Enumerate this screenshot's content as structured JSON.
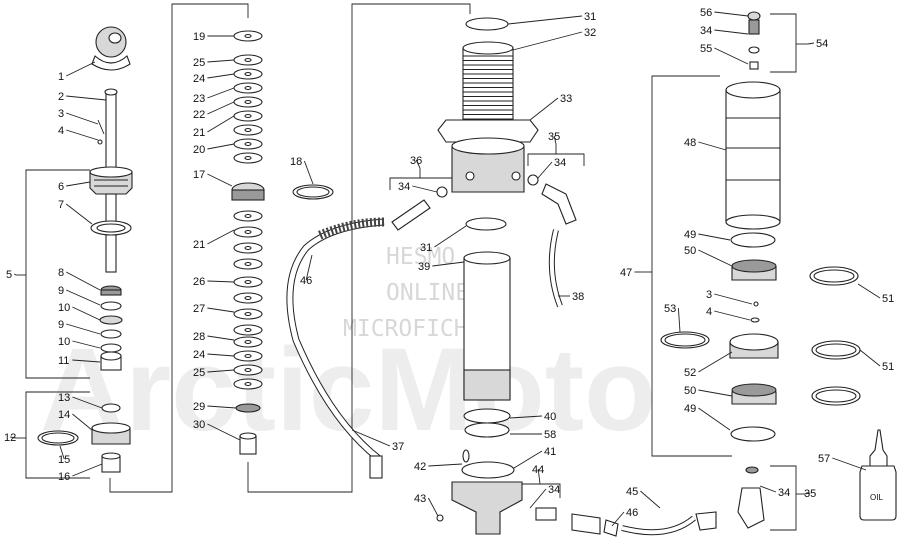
{
  "watermark": {
    "line1": "HESMO",
    "line2": "ONLINE",
    "line3": "MICROFICHE",
    "brand": "ArcticMoto"
  },
  "container_label": "OIL",
  "callouts": {
    "c1": "1",
    "c2": "2",
    "c3": "3",
    "c4": "4",
    "c5": "5",
    "c6": "6",
    "c7": "7",
    "c8": "8",
    "c9a": "9",
    "c10a": "10",
    "c9b": "9",
    "c10b": "10",
    "c11": "11",
    "c12": "12",
    "c13": "13",
    "c14": "14",
    "c15": "15",
    "c16": "16",
    "c19": "19",
    "c25a": "25",
    "c24a": "24",
    "c23": "23",
    "c22": "22",
    "c21a": "21",
    "c20": "20",
    "c17": "17",
    "c18": "18",
    "c21b": "21",
    "c26": "26",
    "c27": "27",
    "c28": "28",
    "c24b": "24",
    "c25b": "25",
    "c29": "29",
    "c30": "30",
    "c31a": "31",
    "c32": "32",
    "c33": "33",
    "c35a": "35",
    "c34a": "34",
    "c36": "36",
    "c34b": "34",
    "c46a": "46",
    "c31b": "31",
    "c39": "39",
    "c38": "38",
    "c37": "37",
    "c40": "40",
    "c58": "58",
    "c41": "41",
    "c42": "42",
    "c43": "43",
    "c44": "44",
    "c34c": "34",
    "c45": "45",
    "c46b": "46",
    "c56": "56",
    "c34d": "34",
    "c55": "55",
    "c54": "54",
    "c48": "48",
    "c47": "47",
    "c49a": "49",
    "c50a": "50",
    "c51a": "51",
    "c3b": "3",
    "c4b": "4",
    "c53": "53",
    "c52": "52",
    "c51b": "51",
    "c50b": "50",
    "c49b": "49",
    "c34e": "34",
    "c35b": "35",
    "c57": "57"
  }
}
